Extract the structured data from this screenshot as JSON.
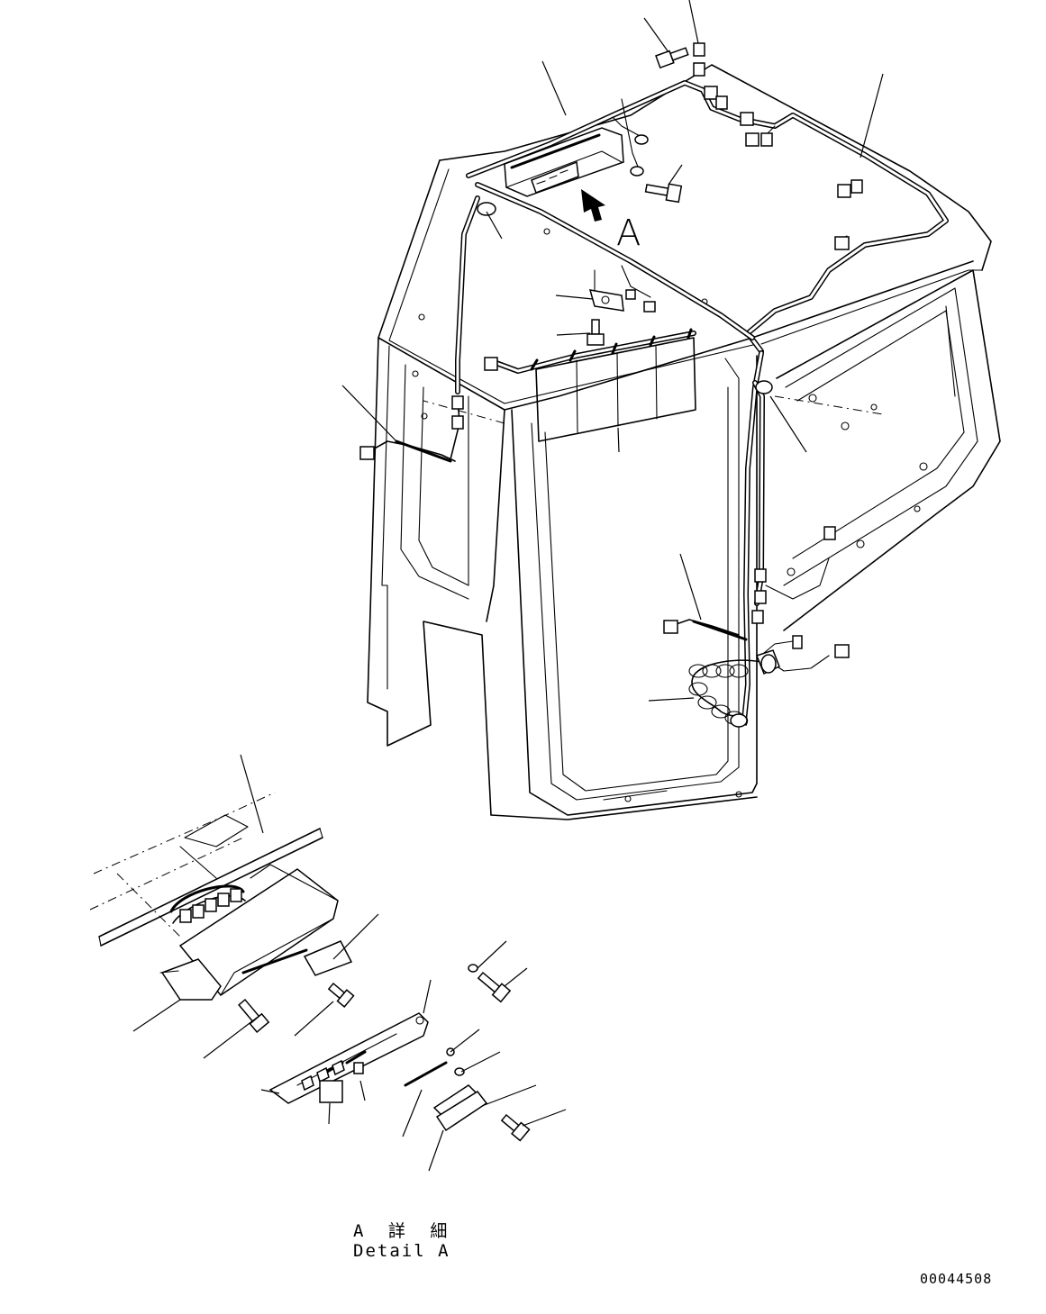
{
  "drawing": {
    "view_marker": "A",
    "detail_caption_ja": "A 詳 細",
    "detail_caption_en": "Detail A",
    "drawing_number": "00044508"
  },
  "icons": {
    "view_arrow": "view-direction-arrow",
    "connector": "wire-connector",
    "bolt": "hex-bolt",
    "grommet": "grommet",
    "clip": "harness-clip"
  }
}
